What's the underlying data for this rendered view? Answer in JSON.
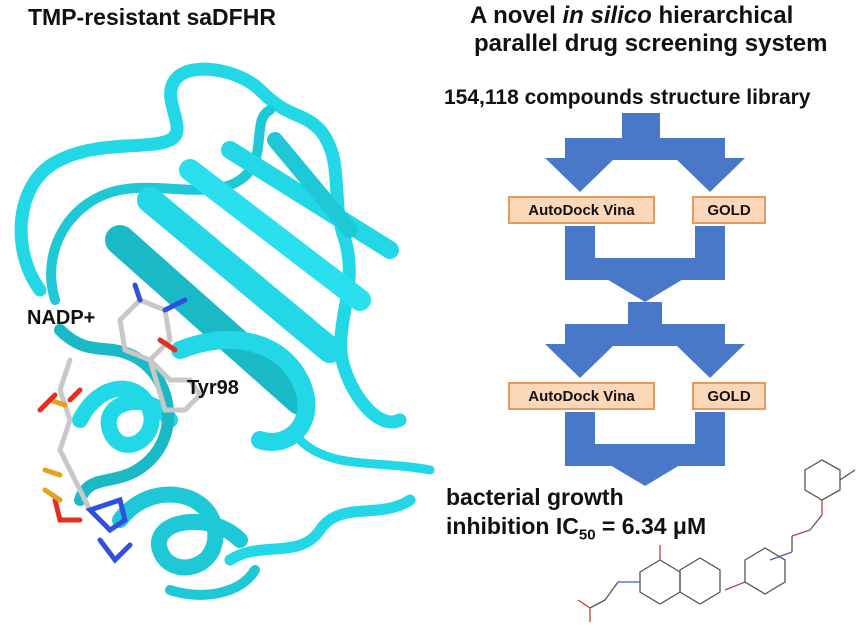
{
  "protein": {
    "title": "TMP-resistant saDFHR",
    "label_nadp": "NADP+",
    "label_tyr": "Tyr98"
  },
  "screening": {
    "title_line1": "A novel in silico hierarchical",
    "title_line2": "parallel drug screening system",
    "library": "154,118 compounds structure library",
    "stage1": {
      "left_tool": "AutoDock Vina",
      "right_tool": "GOLD"
    },
    "stage2": {
      "left_tool": "AutoDock Vina",
      "right_tool": "GOLD"
    },
    "result_line1": "bacterial growth",
    "result_line2_prefix": "inhibition IC",
    "result_line2_sub": "50",
    "result_line2_suffix": " = 6.34 μM"
  },
  "colors": {
    "ribbon": "#22d8e6",
    "ribbon_dark": "#10a9b5",
    "arrow": "#4a78c9",
    "tool_box_fill": "#fcd7b8",
    "tool_box_border": "#e39a63",
    "molecule_line": "#a06070"
  }
}
